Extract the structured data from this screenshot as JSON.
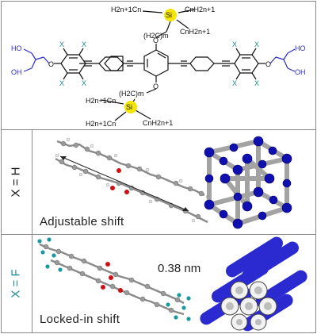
{
  "top_panel": {
    "si_label": "Si",
    "oxygen_label": "O",
    "substituent_label": "X",
    "hydroxyl_label": "HO",
    "hydroxyl_label_right": "OH",
    "chain_upper_left": "H2n+1Cn",
    "chain_upper_right": "CnH2n+1",
    "chain_upper_mid": "CnH2n+1",
    "spacer_upper": "(H2C)m",
    "spacer_lower": "(H2C)m",
    "chain_lower_left": "H2n+1Cn",
    "chain_lower_bottom_left": "H2n+1Cn",
    "chain_lower_right": "CnH2n+1"
  },
  "middle_panel": {
    "row_label": "X = H",
    "caption": "Adjustable shift"
  },
  "bottom_panel": {
    "row_label": "X = F",
    "caption": "Locked-in shift",
    "distance": "0.38 nm"
  },
  "colors": {
    "frame": "#8a8a8a",
    "glycerol_blue": "#2b2bcc",
    "fluorine_teal": "#1a8a8a",
    "silicon_yellow": "#f5e400",
    "sphere_blue": "#1010b0",
    "oxygen_red": "#d01010",
    "carbon_grey": "#8a8a8a"
  }
}
